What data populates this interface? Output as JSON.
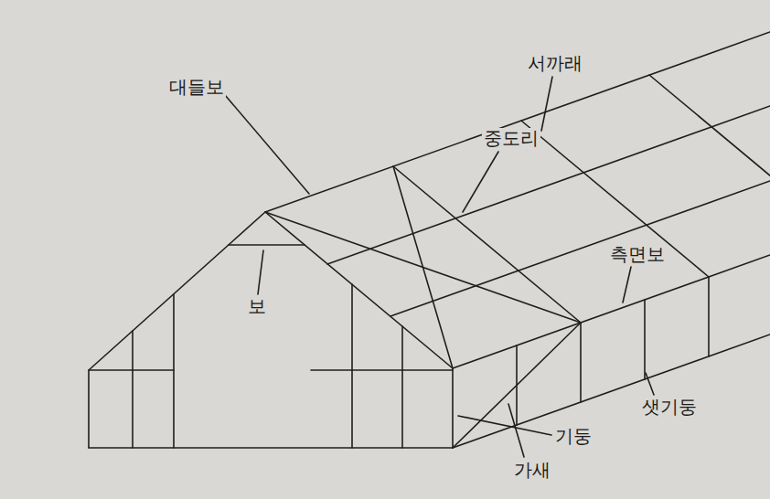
{
  "diagram": {
    "labels": [
      "대들보",
      "서까래",
      "중도리",
      "측면보",
      "보",
      "샛기둥",
      "기둥",
      "가새"
    ]
  }
}
